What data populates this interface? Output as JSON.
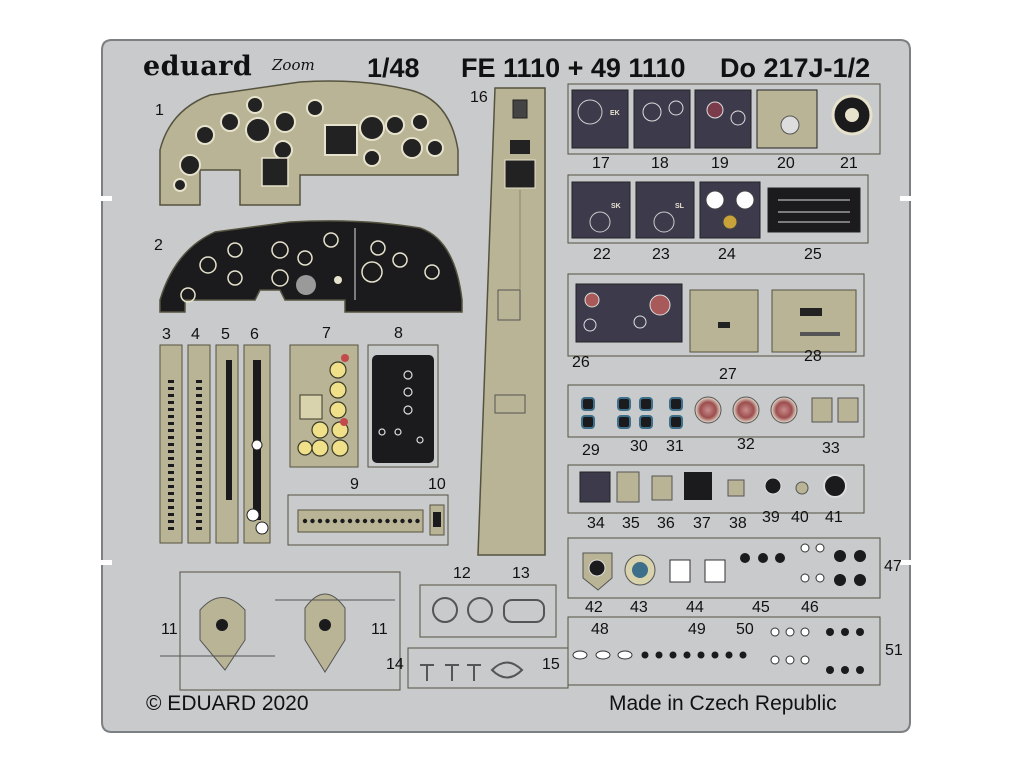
{
  "header": {
    "brand": "eduard",
    "logo_word": "Zoom",
    "scale": "1/48",
    "code": "FE 1110 + 49 1110",
    "model": "Do 217J-1/2"
  },
  "footer": {
    "copyright": "© EDUARD 2020",
    "origin": "Made in Czech Republic"
  },
  "parts": [
    {
      "id": "p1",
      "label": "1"
    },
    {
      "id": "p2",
      "label": "2"
    },
    {
      "id": "p3",
      "label": "3"
    },
    {
      "id": "p4",
      "label": "4"
    },
    {
      "id": "p5",
      "label": "5"
    },
    {
      "id": "p6",
      "label": "6"
    },
    {
      "id": "p7",
      "label": "7"
    },
    {
      "id": "p8",
      "label": "8"
    },
    {
      "id": "p9",
      "label": "9"
    },
    {
      "id": "p10",
      "label": "10"
    },
    {
      "id": "p11a",
      "label": "11"
    },
    {
      "id": "p11b",
      "label": "11"
    },
    {
      "id": "p12",
      "label": "12"
    },
    {
      "id": "p13",
      "label": "13"
    },
    {
      "id": "p14",
      "label": "14"
    },
    {
      "id": "p15",
      "label": "15"
    },
    {
      "id": "p16",
      "label": "16"
    },
    {
      "id": "p17",
      "label": "17"
    },
    {
      "id": "p18",
      "label": "18"
    },
    {
      "id": "p19",
      "label": "19"
    },
    {
      "id": "p20",
      "label": "20"
    },
    {
      "id": "p21",
      "label": "21"
    },
    {
      "id": "p22",
      "label": "22"
    },
    {
      "id": "p23",
      "label": "23"
    },
    {
      "id": "p24",
      "label": "24"
    },
    {
      "id": "p25",
      "label": "25"
    },
    {
      "id": "p26",
      "label": "26"
    },
    {
      "id": "p27",
      "label": "27"
    },
    {
      "id": "p28",
      "label": "28"
    },
    {
      "id": "p29",
      "label": "29"
    },
    {
      "id": "p30",
      "label": "30"
    },
    {
      "id": "p31",
      "label": "31"
    },
    {
      "id": "p32",
      "label": "32"
    },
    {
      "id": "p33",
      "label": "33"
    },
    {
      "id": "p34",
      "label": "34"
    },
    {
      "id": "p35",
      "label": "35"
    },
    {
      "id": "p36",
      "label": "36"
    },
    {
      "id": "p37",
      "label": "37"
    },
    {
      "id": "p38",
      "label": "38"
    },
    {
      "id": "p39",
      "label": "39"
    },
    {
      "id": "p40",
      "label": "40"
    },
    {
      "id": "p41",
      "label": "41"
    },
    {
      "id": "p42",
      "label": "42"
    },
    {
      "id": "p43",
      "label": "43"
    },
    {
      "id": "p44",
      "label": "44"
    },
    {
      "id": "p45",
      "label": "45"
    },
    {
      "id": "p46",
      "label": "46"
    },
    {
      "id": "p47",
      "label": "47"
    },
    {
      "id": "p48",
      "label": "48"
    },
    {
      "id": "p49",
      "label": "49"
    },
    {
      "id": "p50",
      "label": "50"
    },
    {
      "id": "p51",
      "label": "51"
    }
  ],
  "panel_text": {
    "p17_tag": "EK",
    "p22_tag": "SK",
    "p23_tag": "SL"
  },
  "colors": {
    "fret": "#c8cacc",
    "fret_edge": "#8e9194",
    "panel_tan": "#b9b495",
    "panel_black": "#1b1b1d",
    "panel_purple": "#3d3a4c",
    "dial_rim": "#e8e4d0",
    "knob_red": "#a85a5a",
    "knob_blue": "#3d6f8a"
  }
}
